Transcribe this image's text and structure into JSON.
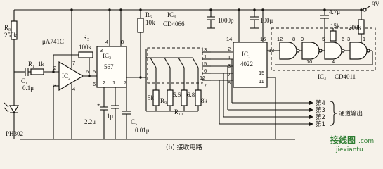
{
  "colors": {
    "ink": "#161410",
    "paper": "#f6f2ea",
    "watermark": "#2e7d32"
  },
  "title": "(b) 接收电路",
  "supply": "+9V",
  "parts": {
    "R8": "R₈",
    "R8_val": "250k",
    "opamp_type": "μA741C",
    "R1": "R₁",
    "R1_val": "1k",
    "C1": "C₁",
    "C1_val": "0.1μ",
    "IC2": "IC₂",
    "sensor": "PH302",
    "R5": "R₅",
    "R5_val": "100k",
    "IC3": "IC₃",
    "IC3_type": "567",
    "R6": "R₆",
    "R6_val": "10k",
    "IC4": "IC₄",
    "IC4_type": "CD4066",
    "C4_val": "2.2μ",
    "C_1u": "1μ",
    "C5": "C₅",
    "C5_val": "0.01μ",
    "C_1000p": "1000p",
    "C_100u": "100μ",
    "R_5k": "5k",
    "R9": "R₉",
    "R9_val": "5.6k",
    "R10": "R₁₀",
    "R10_val": "6.8k",
    "R_8k": "8k",
    "IC1": "IC₁",
    "IC1_type": "4022",
    "C_47u": "4.7μ",
    "R_15k": "15k",
    "R_200k": "200k",
    "IC4b": "IC₄",
    "IC4b_type": "CD4011"
  },
  "pins": {
    "opamp": [
      "2",
      "3",
      "7",
      "4",
      "6"
    ],
    "ic3": [
      "3",
      "4",
      "8",
      "5",
      "6",
      "2",
      "1",
      "7"
    ],
    "ic1": [
      "14",
      "16",
      "13",
      "2",
      "1",
      "3",
      "7",
      "8",
      "15",
      "11"
    ],
    "sw": [
      "13",
      "1",
      "5",
      "6",
      "12",
      "7"
    ],
    "gates": [
      "12",
      "8",
      "9",
      "10",
      "5",
      "6",
      "4",
      "3",
      "1"
    ]
  },
  "outputs": {
    "label": "通道输出",
    "channels": [
      "第4",
      "第3",
      "第2",
      "第1"
    ]
  },
  "watermark": {
    "brand": "接线图",
    "com": ".com",
    "url": "jiexiantu"
  }
}
